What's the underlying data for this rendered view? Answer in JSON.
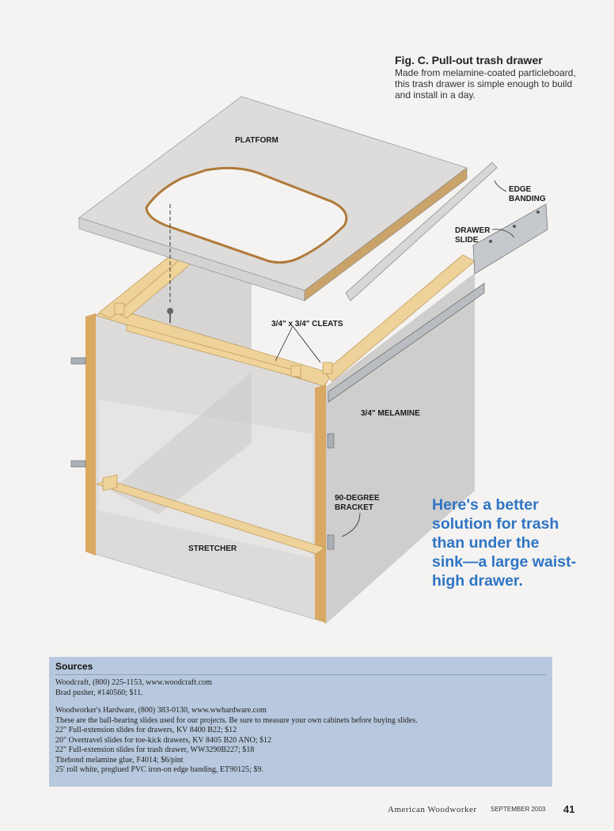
{
  "figure": {
    "title": "Fig. C. Pull-out trash drawer",
    "caption_lines": [
      "Made from melamine-coated particleboard,",
      "this trash drawer is simple enough to build",
      "and install in a day."
    ]
  },
  "labels": {
    "platform": "PLATFORM",
    "edge_banding_1": "EDGE",
    "edge_banding_2": "BANDING",
    "drawer_slide_1": "DRAWER",
    "drawer_slide_2": "SLIDE",
    "cleats": "3/4\" x 3/4\" CLEATS",
    "melamine": "3/4\" MELAMINE",
    "bracket_1": "90-DEGREE",
    "bracket_2": "BRACKET",
    "stretcher": "STRETCHER"
  },
  "pull_quote": [
    "Here's a better",
    "solution for trash",
    "than under the",
    "sink—a large waist-",
    "high drawer."
  ],
  "sources": {
    "title": "Sources",
    "group1": [
      "Woodcraft, (800) 225-1153, www.woodcraft.com",
      "Brad pusher, #140560; $11."
    ],
    "group2": [
      "Woodworker's Hardware, (800) 383-0130, www.wwhardware.com",
      "These are the ball-bearing slides used for our projects. Be sure to measure your own cabinets before buying slides.",
      "22\" Full-extension slides for drawers, KV 8400 B22; $12",
      "20\" Overtravel slides for toe-kick drawers, KV 8405 B20 ANO; $12",
      "22\" Full-extension slides for trash drawer, WW3290B227; $18",
      "Titebond melamine glue, F4014; $6/pint",
      "25' roll white, preglued PVC iron-on edge banding, ET90125; $9."
    ]
  },
  "footer": {
    "magazine": "American Woodworker",
    "date": "SEPTEMBER 2003",
    "page": "41"
  },
  "colors": {
    "accent_blue": "#2f74c4",
    "sources_bg": "#b8c8de",
    "wood": "#e8c98a",
    "melamine": "#d9d8d6"
  }
}
